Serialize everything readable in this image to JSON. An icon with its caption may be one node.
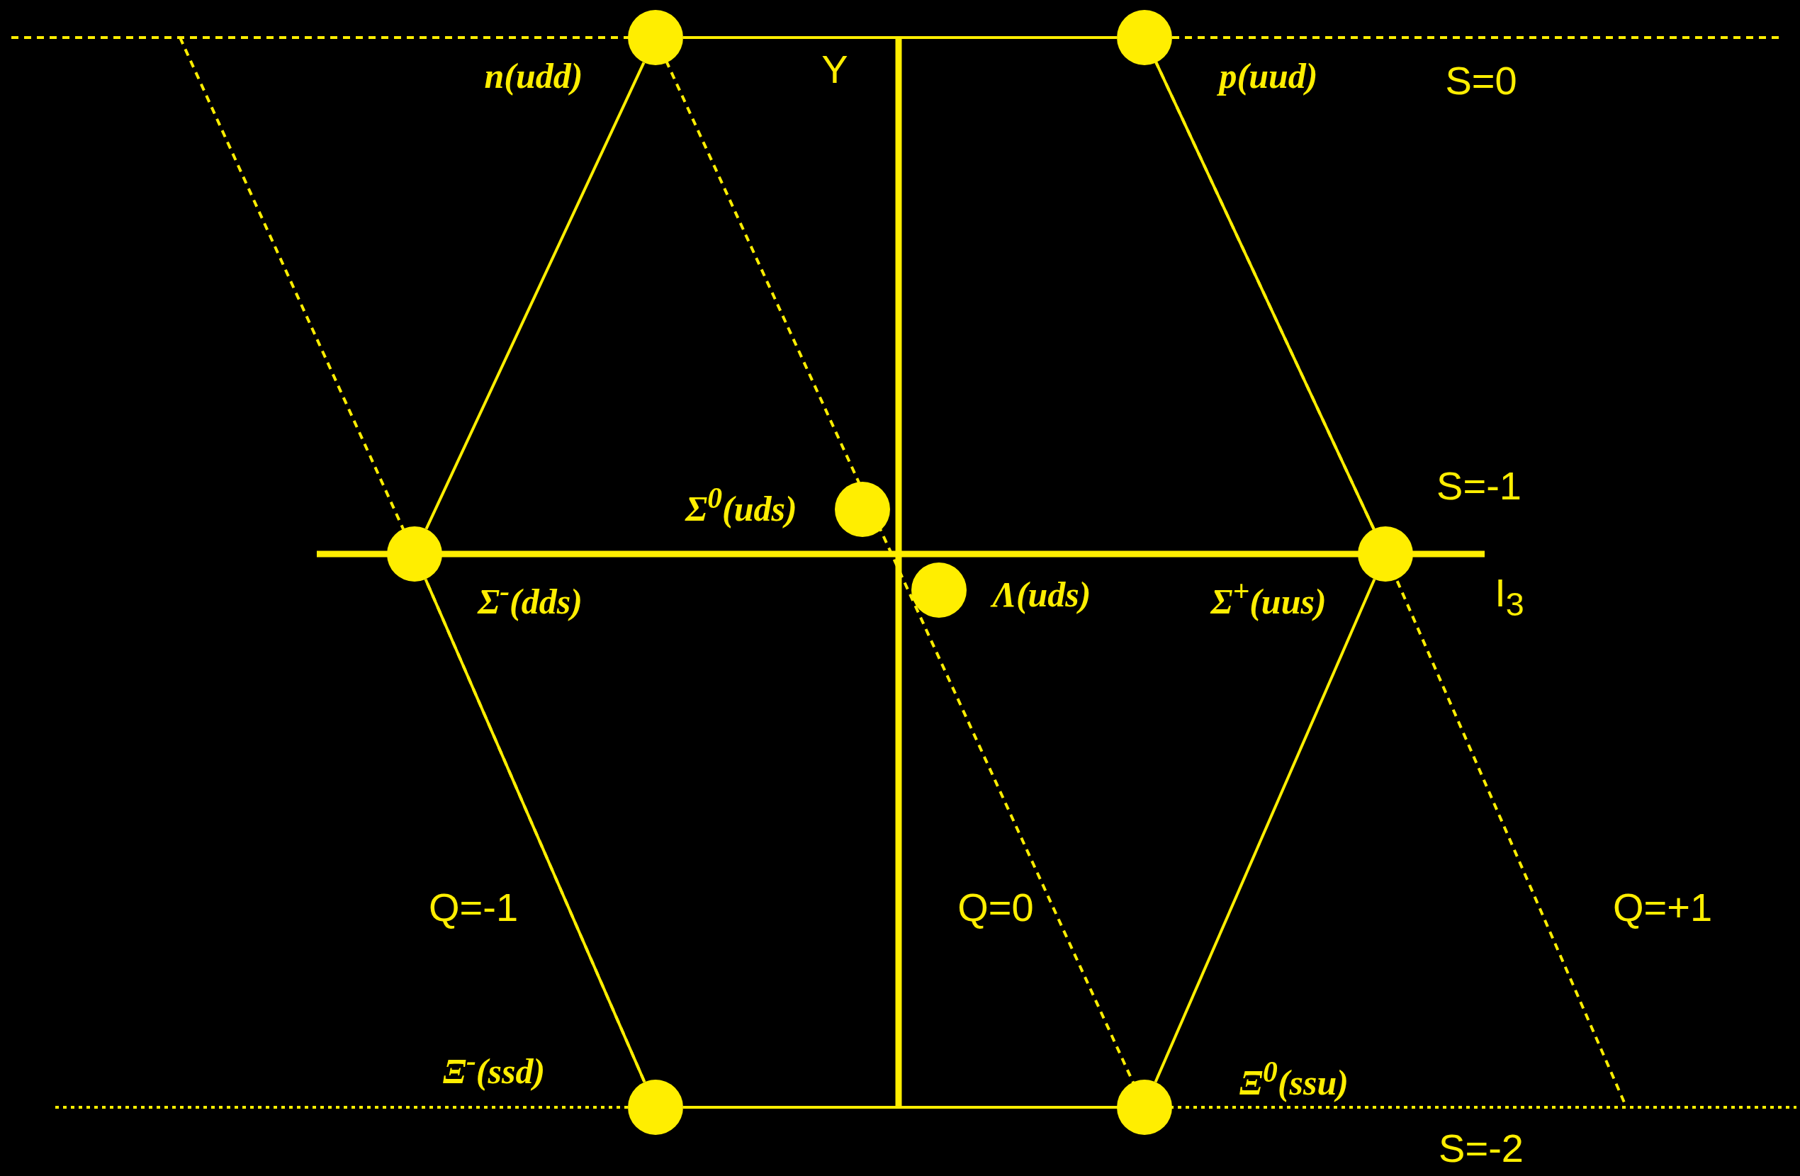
{
  "diagram": {
    "nodes": [
      {
        "text": [],
        "shape": "circle",
        "beside": [
          "n(udd)"
        ]
      },
      {
        "text": [],
        "shape": "circle",
        "beside": [
          "p(uud)"
        ]
      },
      {
        "text": [],
        "shape": "circle",
        "beside": [
          "Σ$^{0}$(uds)"
        ]
      },
      {
        "text": [],
        "shape": "circle",
        "beside": [
          "Σ$^{-}$(dds)"
        ]
      },
      {
        "text": [],
        "shape": "circle",
        "beside": [
          "Λ(uds)"
        ]
      },
      {
        "text": [],
        "shape": "circle",
        "beside": [
          "Σ$^{+}$(uus)"
        ]
      },
      {
        "text": [],
        "shape": "circle",
        "beside": [
          "Ξ$^{-}$(ssd)"
        ]
      },
      {
        "text": [],
        "shape": "circle",
        "beside": [
          "Ξ$^{0}$(ssu)"
        ]
      }
    ],
    "edges": [
      {
        "from": 0,
        "to": 1,
        "arrow": "none"
      },
      {
        "from": 1,
        "to": 5,
        "arrow": "none"
      },
      {
        "from": 5,
        "to": 7,
        "arrow": "none"
      },
      {
        "from": 7,
        "to": 6,
        "arrow": "none"
      },
      {
        "from": 6,
        "to": 3,
        "arrow": "none"
      },
      {
        "from": 3,
        "to": 0,
        "arrow": "none"
      }
    ],
    "labels": [
      "Y",
      "S=0",
      "S=-1",
      "I$_{3}$",
      "Q=-1",
      "Q=0",
      "Q=+1",
      "S=-2"
    ]
  }
}
